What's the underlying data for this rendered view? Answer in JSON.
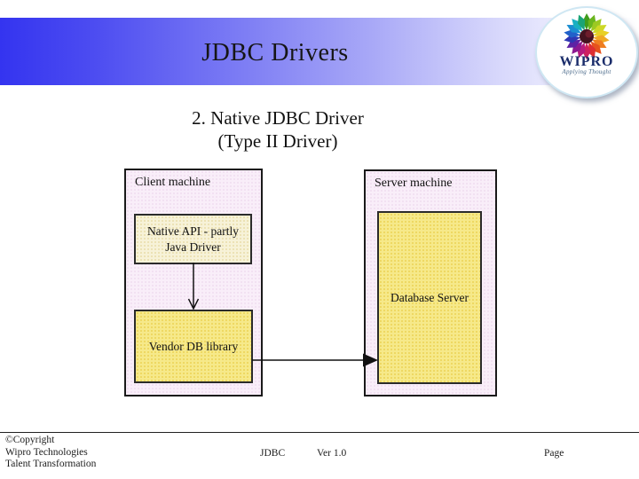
{
  "slide": {
    "title": "JDBC Drivers",
    "subtitle_line1": "2. Native JDBC Driver",
    "subtitle_line2": "(Type II Driver)"
  },
  "logo": {
    "brand": "WIPRO",
    "tagline": "Applying Thought"
  },
  "diagram": {
    "client_box_label": "Client machine",
    "server_box_label": "Server machine",
    "native_api_line1": "Native API - partly",
    "native_api_line2": "Java Driver",
    "vendor_box_label": "Vendor DB library",
    "db_box_label": "Database Server"
  },
  "footer": {
    "copyright_line1": "©Copyright",
    "copyright_line2": "Wipro Technologies",
    "copyright_line3": "Talent Transformation",
    "course": "JDBC",
    "version": "Ver 1.0",
    "page_label": "Page"
  },
  "colors": {
    "band_blue": "#3434f0",
    "machine_box_pink": "#f9eef9",
    "native_box_cream": "#f7f2d8",
    "driver_box_yellow": "#f6e98a",
    "brand_navy": "#1b2d6b",
    "arrow_black": "#111111"
  }
}
